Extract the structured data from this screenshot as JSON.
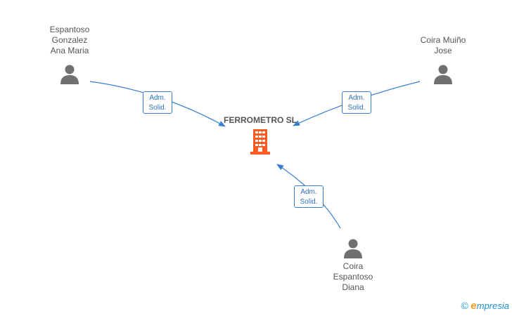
{
  "company": {
    "name": "FERROMETRO SL",
    "icon": "building-icon",
    "color": "#ff5a1f"
  },
  "people": [
    {
      "lines": [
        "Espantoso",
        "Gonzalez",
        "Ana Maria"
      ],
      "icon": "person-icon"
    },
    {
      "lines": [
        "Coira Muiño",
        "Jose"
      ],
      "icon": "person-icon"
    },
    {
      "lines": [
        "Coira",
        "Espantoso",
        "Diana"
      ],
      "icon": "person-icon"
    }
  ],
  "relations": [
    {
      "role_lines": [
        "Adm.",
        "Solid."
      ]
    },
    {
      "role_lines": [
        "Adm.",
        "Solid."
      ]
    },
    {
      "role_lines": [
        "Adm.",
        "Solid."
      ]
    }
  ],
  "colors": {
    "edge": "#3a7ed0",
    "person": "#707070",
    "text": "#555555"
  },
  "watermark": {
    "copyright": "©",
    "brand_initial": "e",
    "brand_rest": "mpresia"
  }
}
